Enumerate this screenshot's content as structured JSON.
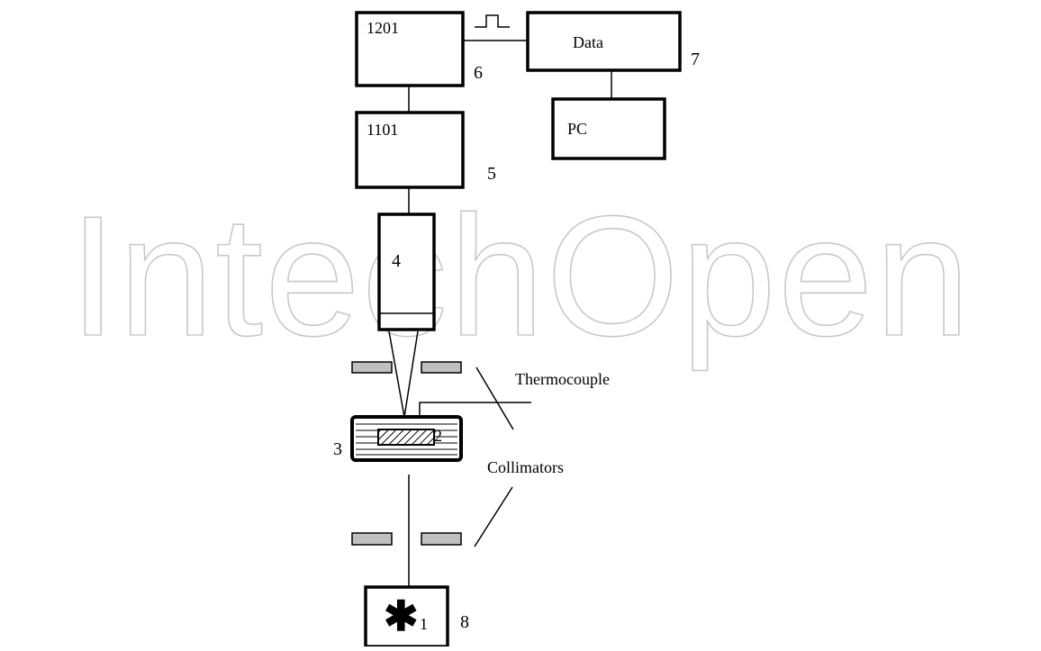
{
  "watermark": {
    "text": "IntechOpen",
    "color": "#c8c8c8"
  },
  "boxes": {
    "box_1201": {
      "label": "1201",
      "number": "6"
    },
    "box_1101": {
      "label": "1101",
      "number": "5"
    },
    "data_box": {
      "label": "Data",
      "number": "7"
    },
    "pc_box": {
      "label": "PC"
    },
    "detector": {
      "label": "4"
    },
    "sample_holder": {
      "number": "3",
      "sample_number": "2"
    },
    "source_box": {
      "symbol": "✱",
      "source_number": "1",
      "number": "8"
    }
  },
  "labels": {
    "thermocouple": "Thermocouple",
    "collimators": "Collimators"
  },
  "colors": {
    "line": "#000000",
    "collimator_fill": "#c0c0c0",
    "watermark": "#c8c8c8"
  }
}
